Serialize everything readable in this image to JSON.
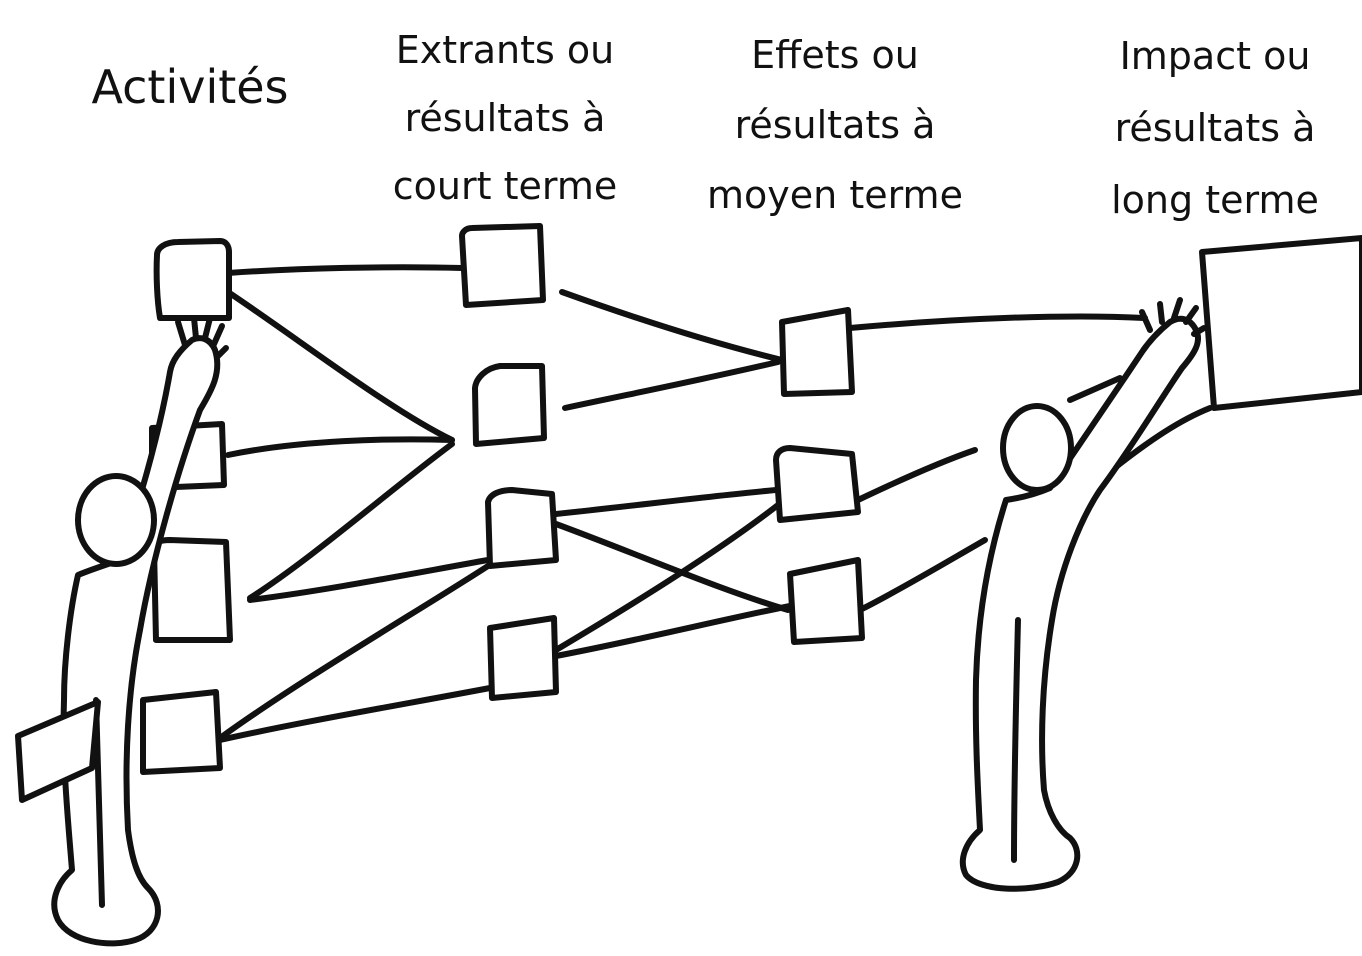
{
  "headers": {
    "activites": [
      "Activités"
    ],
    "extrants": [
      "Extrants ou",
      "résultats à",
      "court terme"
    ],
    "effets": [
      "Effets ou",
      "résultats à",
      "moyen terme"
    ],
    "impact": [
      "Impact ou",
      "résultats à",
      "long terme"
    ]
  },
  "colors": {
    "ink": "#111111",
    "paper": "#ffffff"
  }
}
